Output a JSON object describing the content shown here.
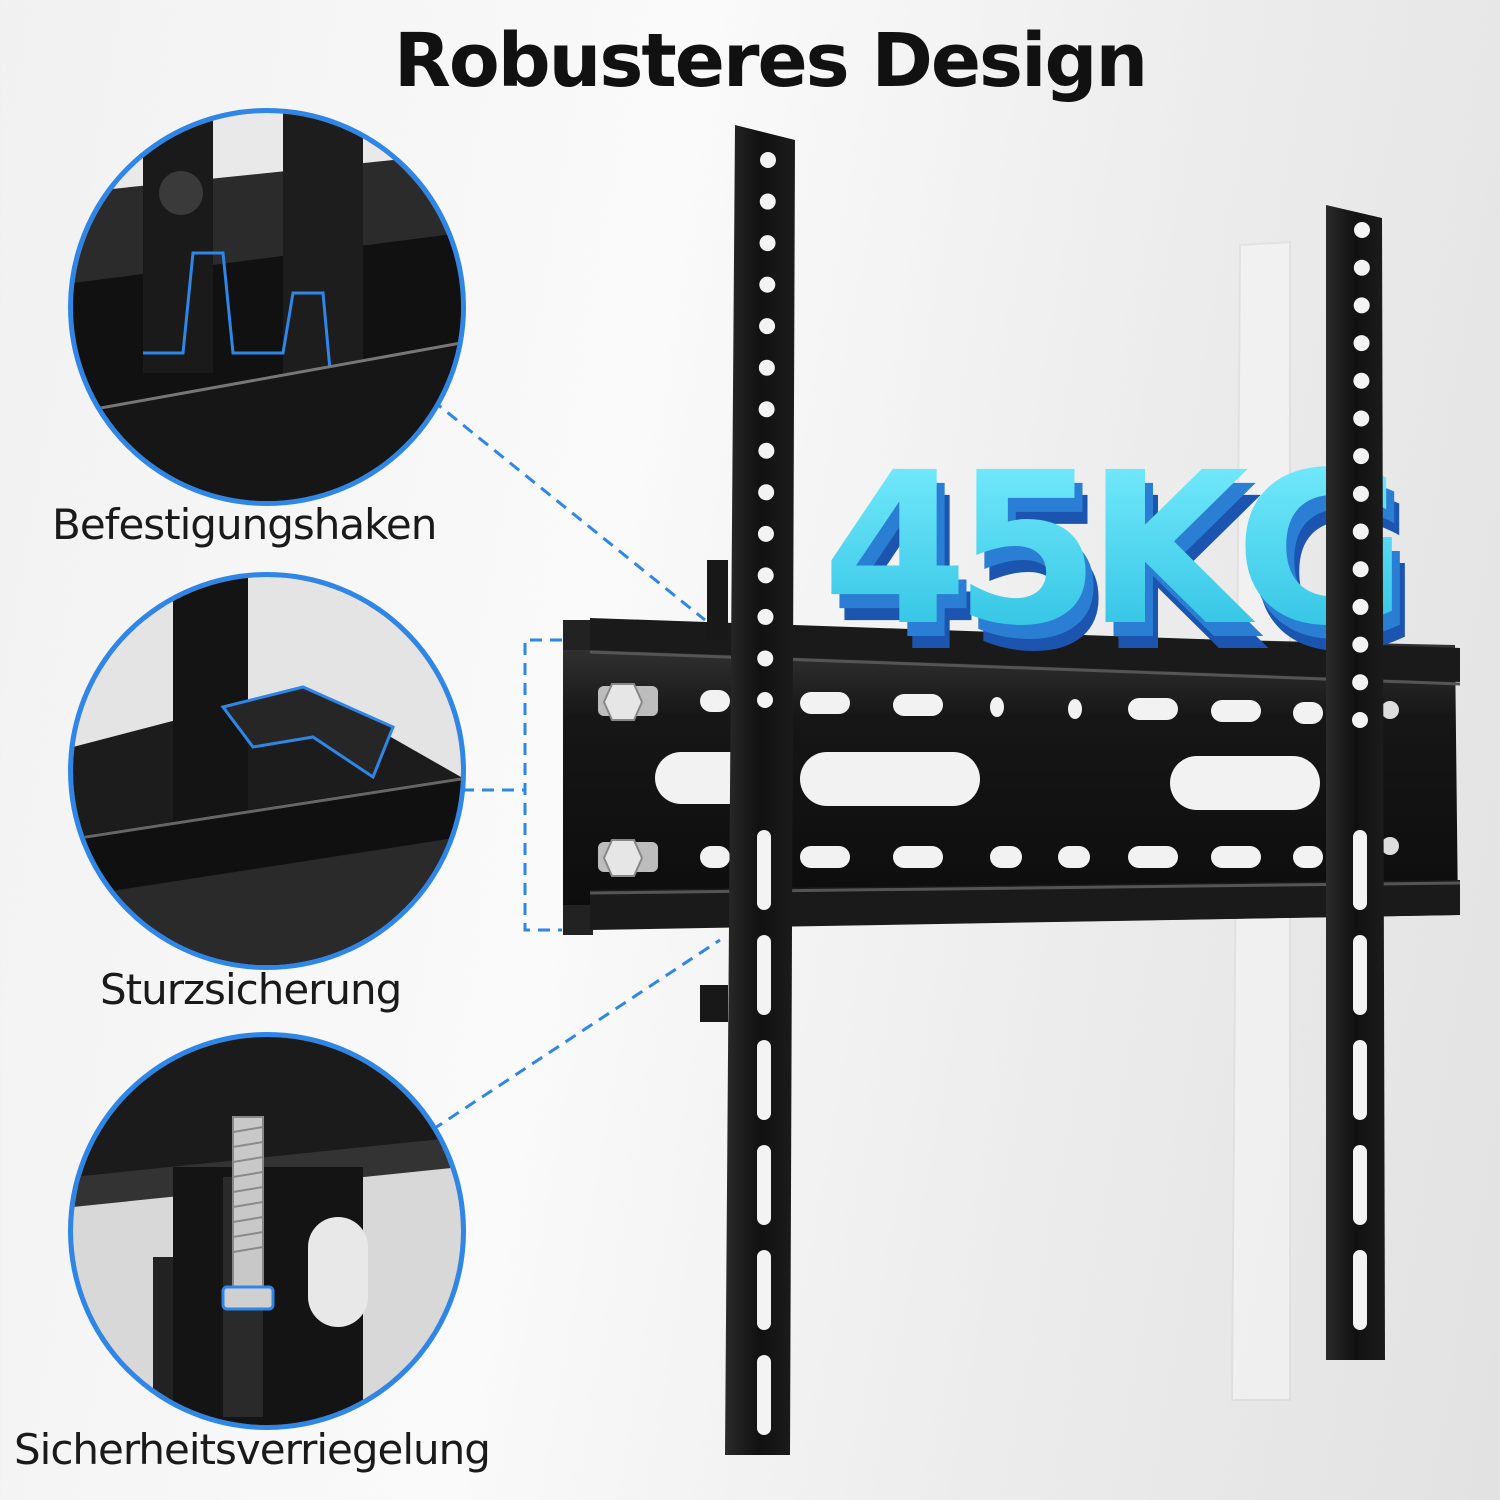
{
  "title": "Robusteres Design",
  "weight_label": "45KG",
  "callouts": [
    {
      "label": "Befestigungshaken"
    },
    {
      "label": "Sturzsicherung"
    },
    {
      "label": "Sicherheitsverriegelung"
    }
  ],
  "colors": {
    "accent_blue": "#2e86e8",
    "cyan_text": "#3fd4ee",
    "deep_blue": "#1c55b0",
    "metal": "#141414"
  }
}
